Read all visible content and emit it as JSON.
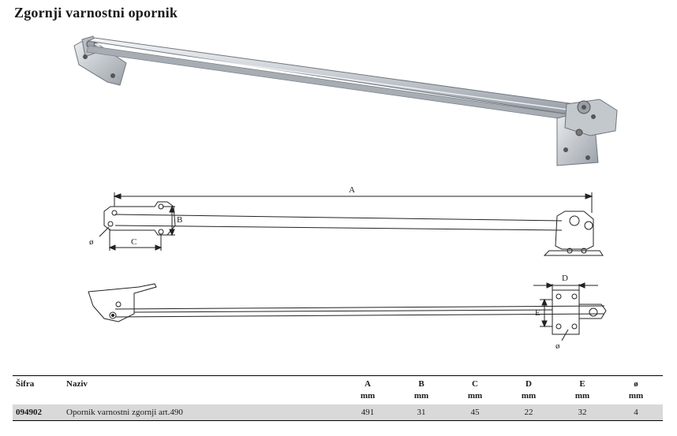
{
  "title": "Zgornji varnostni opornik",
  "drawing_labels": {
    "a": "A",
    "b": "B",
    "c": "C",
    "d": "D",
    "e": "E",
    "dia_top": "ø",
    "dia_bottom": "ø"
  },
  "table": {
    "headers": {
      "code": "Šifra",
      "name": "Naziv",
      "cols": [
        {
          "label": "A",
          "unit": "mm"
        },
        {
          "label": "B",
          "unit": "mm"
        },
        {
          "label": "C",
          "unit": "mm"
        },
        {
          "label": "D",
          "unit": "mm"
        },
        {
          "label": "E",
          "unit": "mm"
        },
        {
          "label": "ø",
          "unit": "mm"
        }
      ]
    },
    "rows": [
      {
        "code": "094902",
        "name": "Opornik varnostni zgornji art.490",
        "values": [
          "491",
          "31",
          "45",
          "22",
          "32",
          "4"
        ]
      }
    ]
  }
}
